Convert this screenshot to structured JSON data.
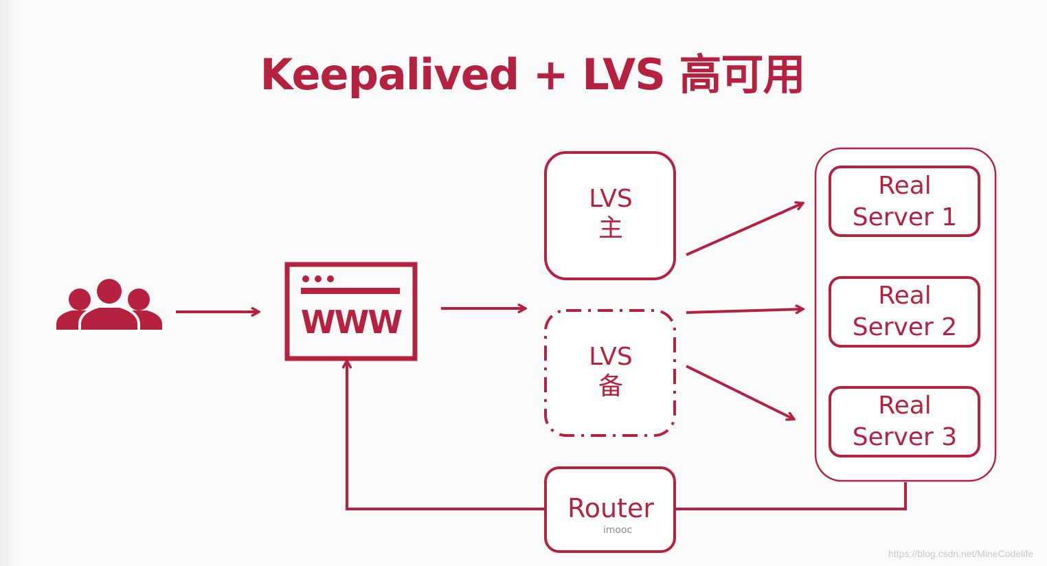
{
  "title": "Keepalived + LVS 高可用",
  "colors": {
    "accent": "#b5213f"
  },
  "nodes": {
    "users": {
      "icon": "users-icon"
    },
    "browser": {
      "icon": "browser-window-icon",
      "label": "WWW"
    },
    "lvs_master": {
      "line1": "LVS",
      "line2": "主"
    },
    "lvs_backup": {
      "line1": "LVS",
      "line2": "备"
    },
    "real_servers": [
      {
        "line1": "Real",
        "line2": "Server 1"
      },
      {
        "line1": "Real",
        "line2": "Server 2"
      },
      {
        "line1": "Real",
        "line2": "Server 3"
      }
    ],
    "router": {
      "label": "Router",
      "sublabel": "imooc"
    }
  },
  "watermark": "https://blog.csdn.net/MineCodelife"
}
